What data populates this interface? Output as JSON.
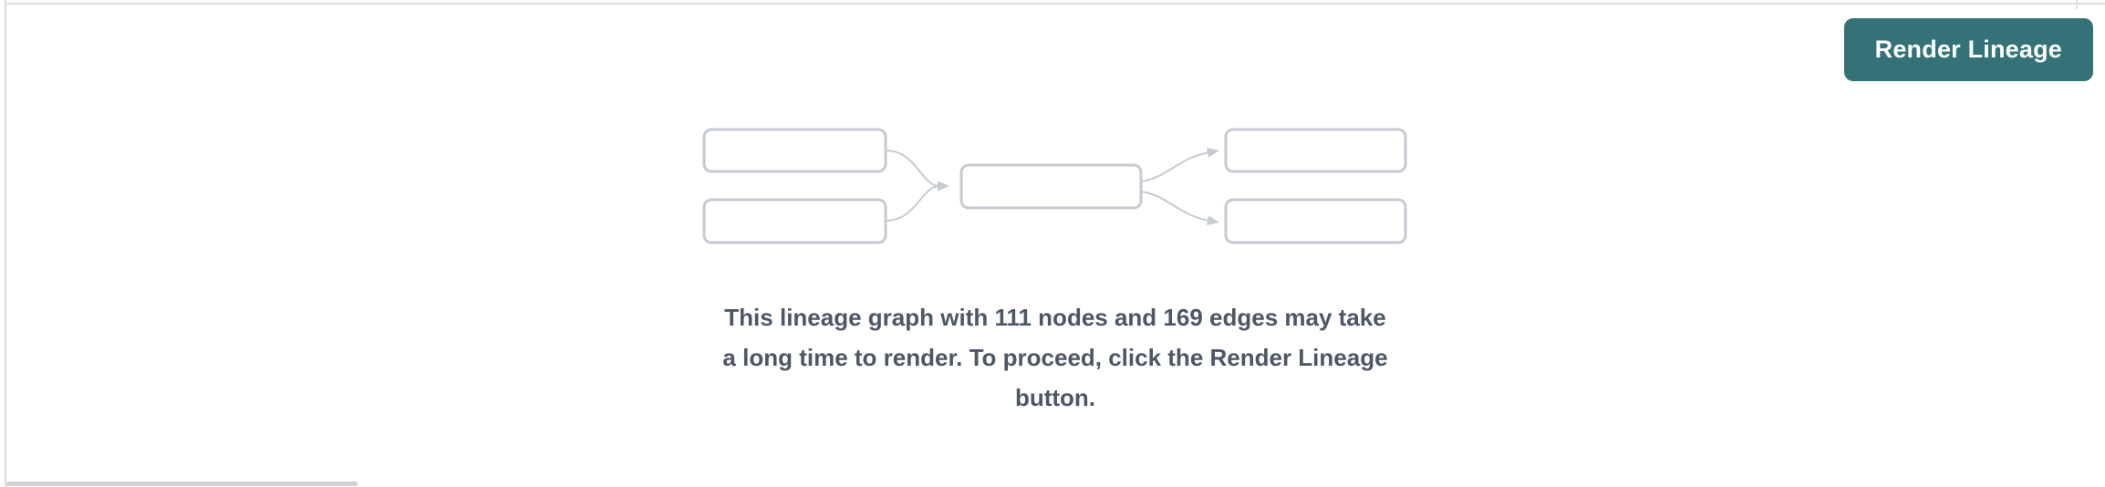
{
  "colors": {
    "accent_teal": "#347277",
    "border_gray": "#dddde2",
    "scrollbar_gray": "#d1d1d6",
    "illustration_gray": "#c6cad3",
    "text_slate": "#4d5766"
  },
  "toolbar": {
    "render_button_label": "Render Lineage"
  },
  "placeholder": {
    "message": {
      "full_text": "This lineage graph with 111 nodes and 169 edges may take a long time to render. To proceed, click the Render Lineage button.",
      "lines": [
        "This lineage graph with 111 nodes and 169 edges may take",
        "a long time to render. To proceed, click the Render Lineage",
        "button."
      ],
      "node_count": "111",
      "edge_count": "169"
    }
  }
}
